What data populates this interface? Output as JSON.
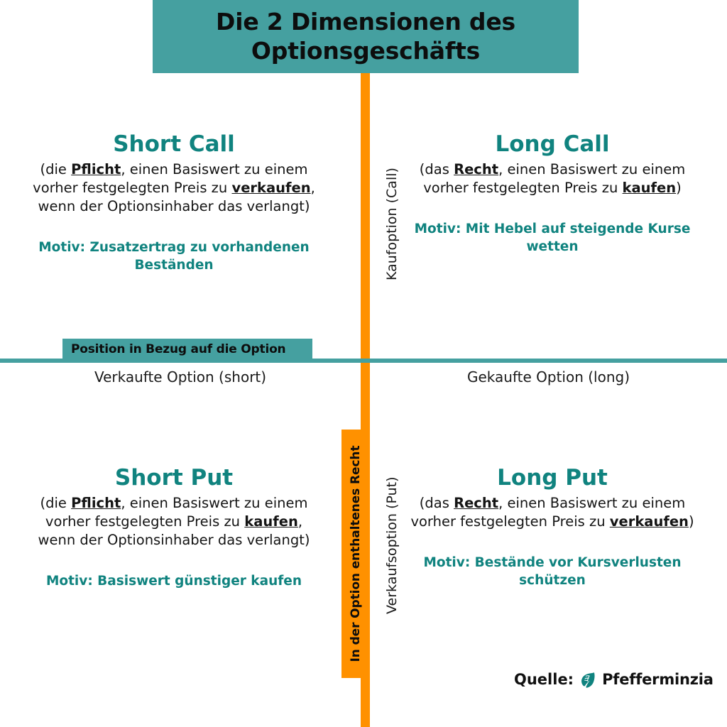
{
  "title": {
    "line1": "Die 2 Dimensionen des",
    "line2": "Optionsgeschäfts",
    "band_color": "#45a0a0"
  },
  "axes": {
    "horizontal": {
      "chip_label": "Position in Bezug auf die Option",
      "chip_color": "#45a0a0",
      "left_label": "Verkaufte Option (short)",
      "right_label": "Gekaufte Option (long)",
      "line_color": "#45a0a0"
    },
    "vertical": {
      "chip_label": "In der Option enthaltenes Recht",
      "chip_color": "#ff9100",
      "top_label": "Kaufoption (Call)",
      "bottom_label": "Verkaufsoption (Put)",
      "line_color": "#ff9100"
    }
  },
  "quadrants": {
    "top_left": {
      "title": "Short Call",
      "desc_parts": [
        {
          "text": "(die ",
          "emphasis": false
        },
        {
          "text": "Pflicht",
          "emphasis": true
        },
        {
          "text": ", einen Basiswert zu einem vorher festgelegten Preis zu ",
          "emphasis": false
        },
        {
          "text": "verkaufen",
          "emphasis": true
        },
        {
          "text": ", wenn der Optionsinhaber das verlangt)",
          "emphasis": false
        }
      ],
      "desc_plain": "(die Pflicht, einen Basiswert zu einem vorher festgelegten Preis zu verkaufen, wenn der Optionsinhaber das verlangt)",
      "motive": "Motiv: Zusatzertrag zu vorhandenen Beständen"
    },
    "top_right": {
      "title": "Long Call",
      "desc_parts": [
        {
          "text": "(das ",
          "emphasis": false
        },
        {
          "text": "Recht",
          "emphasis": true
        },
        {
          "text": ", einen Basiswert zu einem vorher festgelegten Preis zu ",
          "emphasis": false
        },
        {
          "text": "kaufen",
          "emphasis": true
        },
        {
          "text": ")",
          "emphasis": false
        }
      ],
      "desc_plain": "(das Recht, einen Basiswert zu einem vorher festgelegten Preis zu kaufen)",
      "motive": "Motiv: Mit Hebel auf steigende Kurse wetten"
    },
    "bottom_left": {
      "title": "Short Put",
      "desc_parts": [
        {
          "text": "(die ",
          "emphasis": false
        },
        {
          "text": "Pflicht",
          "emphasis": true
        },
        {
          "text": ", einen Basiswert zu einem vorher festgelegten Preis zu ",
          "emphasis": false
        },
        {
          "text": "kaufen",
          "emphasis": true
        },
        {
          "text": ", wenn der Optionsinhaber das verlangt)",
          "emphasis": false
        }
      ],
      "desc_plain": "(die Pflicht, einen Basiswert zu einem vorher festgelegten Preis zu kaufen, wenn der Optionsinhaber das verlangt)",
      "motive": "Motiv: Basiswert günstiger kaufen"
    },
    "bottom_right": {
      "title": "Long Put",
      "desc_parts": [
        {
          "text": "(das ",
          "emphasis": false
        },
        {
          "text": "Recht",
          "emphasis": true
        },
        {
          "text": ", einen Basiswert zu einem vorher festgelegten Preis zu ",
          "emphasis": false
        },
        {
          "text": "verkaufen",
          "emphasis": true
        },
        {
          "text": ")",
          "emphasis": false
        }
      ],
      "desc_plain": "(das Recht, einen Basiswert zu einem vorher festgelegten Preis zu verkaufen)",
      "motive": "Motiv: Bestände vor Kursverlusten schützen"
    }
  },
  "source": {
    "label": "Quelle:",
    "brand": "Pfefferminzia",
    "logo_icon": "mint-leaf-icon",
    "logo_color": "#10837f"
  },
  "colors": {
    "teal_light": "#45a0a0",
    "teal_dark": "#10837f",
    "orange": "#ff9100",
    "text": "#141414",
    "background": "#ffffff"
  }
}
